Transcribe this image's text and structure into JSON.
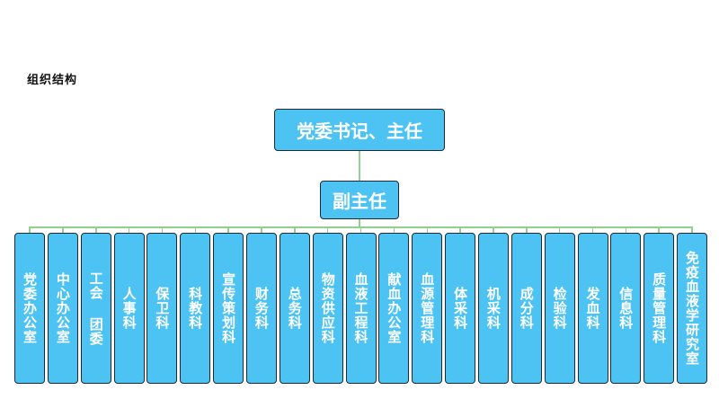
{
  "page": {
    "title": "组织结构"
  },
  "chart": {
    "top": "党委书记、主任",
    "deputy": "副主任",
    "departments": [
      "党委办公室",
      "中心办公室",
      "工会 团委",
      "人事科",
      "保卫科",
      "科教科",
      "宣传策划科",
      "财务科",
      "总务科",
      "物资供应科",
      "血液工程科",
      "献血办公室",
      "血源管理科",
      "体采科",
      "机采科",
      "成分科",
      "检验科",
      "发血科",
      "信息科",
      "质量管理科",
      "免疫血液学研究室"
    ],
    "colors": {
      "box_fill": "#4dc3f3",
      "box_border": "#1f2a33",
      "connector": "#8fd18f"
    }
  }
}
